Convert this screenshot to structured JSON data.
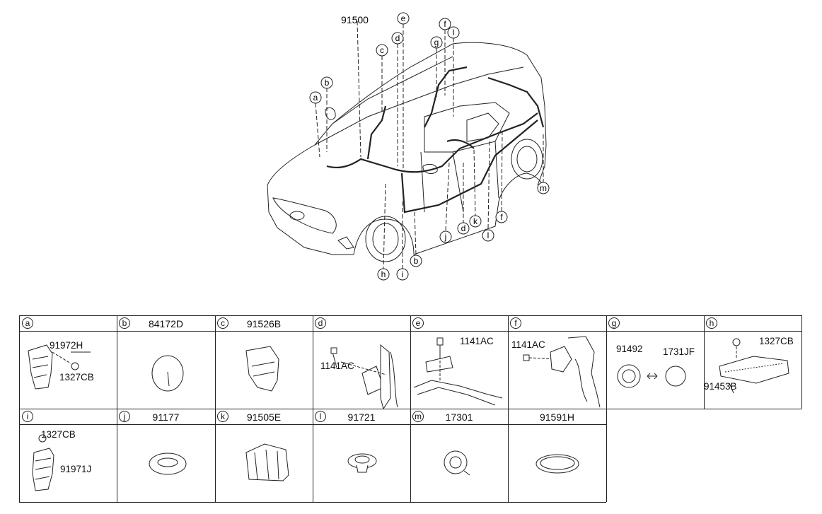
{
  "overview": {
    "main_part": "91500",
    "callouts_top": [
      "a",
      "b",
      "c",
      "d",
      "e",
      "f",
      "g",
      "l"
    ],
    "callouts_bottom": [
      "h",
      "i",
      "b",
      "j",
      "d",
      "k",
      "l",
      "f",
      "m"
    ]
  },
  "table": {
    "cells": [
      {
        "letter": "a",
        "part": "",
        "labels": [
          "91972H",
          "1327CB"
        ]
      },
      {
        "letter": "b",
        "part": "84172D",
        "labels": []
      },
      {
        "letter": "c",
        "part": "91526B",
        "labels": []
      },
      {
        "letter": "d",
        "part": "",
        "labels": [
          "1141AC"
        ]
      },
      {
        "letter": "e",
        "part": "",
        "labels": [
          "1141AC"
        ]
      },
      {
        "letter": "f",
        "part": "",
        "labels": [
          "1141AC"
        ]
      },
      {
        "letter": "g",
        "part": "",
        "labels": [
          "91492",
          "1731JF"
        ]
      },
      {
        "letter": "h",
        "part": "",
        "labels": [
          "1327CB",
          "91453B"
        ]
      },
      {
        "letter": "i",
        "part": "",
        "labels": [
          "1327CB",
          "91971J"
        ]
      },
      {
        "letter": "j",
        "part": "91177",
        "labels": []
      },
      {
        "letter": "k",
        "part": "91505E",
        "labels": []
      },
      {
        "letter": "l",
        "part": "91721",
        "labels": []
      },
      {
        "letter": "m",
        "part": "17301",
        "labels": []
      },
      {
        "letter": "",
        "part": "91591H",
        "labels": []
      }
    ]
  }
}
